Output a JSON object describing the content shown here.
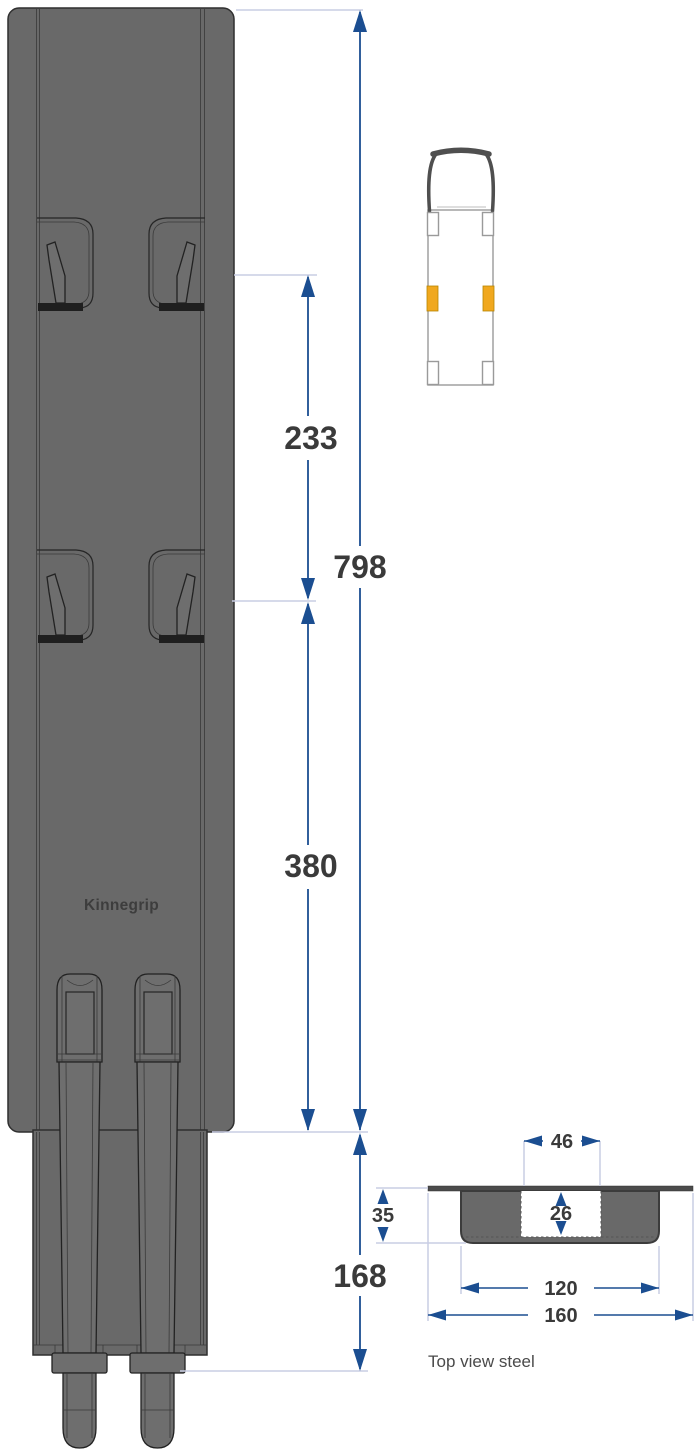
{
  "brand": {
    "part_label": "Kinnegrip"
  },
  "side_view": {
    "dims": {
      "seg_233": "233",
      "total_798": "798",
      "seg_380": "380",
      "bottom_168": "168"
    }
  },
  "steel_section": {
    "caption": "Top view steel",
    "dims": {
      "slot_width_46": "46",
      "slot_depth_26": "26",
      "outer_depth_35": "35",
      "inner_width_120": "120",
      "outer_width_160": "160"
    }
  },
  "colors": {
    "dimension_blue": "#1b4e91",
    "extension_line": "#c9cde4",
    "part_gray": "#696969",
    "outline_dark": "#2f2f2f",
    "label_text": "#3a3a3a",
    "steel_flange": "#4b4b4b",
    "truck_outline": "#9a9a9a",
    "marker_yellow": "#f0a81e"
  }
}
